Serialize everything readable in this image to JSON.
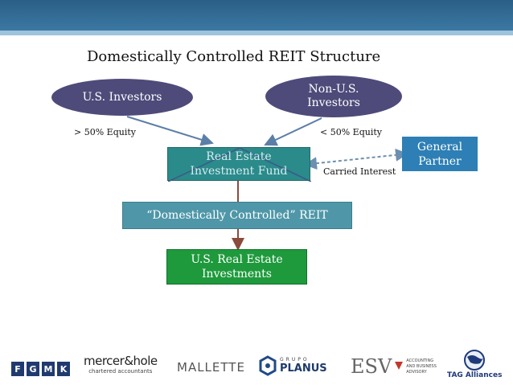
{
  "title": "Domestically Controlled REIT Structure",
  "nodes": {
    "us_investors": "U.S. Investors",
    "non_us_investors": "Non-U.S.\nInvestors",
    "fund": "Real Estate\nInvestment Fund",
    "general_partner": "General\nPartner",
    "reit": "“Domestically Controlled” REIT",
    "investments": "U.S. Real Estate\nInvestments"
  },
  "labels": {
    "us_equity": "> 50% Equity",
    "non_us_equity": "< 50% Equity",
    "carried_interest": "Carried Interest"
  },
  "logos": {
    "fgmk": [
      "F",
      "G",
      "M",
      "K"
    ],
    "mercer_main": "mercer&hole",
    "mercer_sub": "chartered accountants",
    "mallette": "MALLETTE",
    "planus_top": "GRUPO",
    "planus_main": "PLANUS",
    "esv": "ESV",
    "esv_sub": "ACCOUNTING AND BUSINESS ADVISORY",
    "tag": "TAG Alliances"
  },
  "colors": {
    "ellipse": "#4e4b7a",
    "fund_box": "#2b8a8a",
    "reit_box": "#4f97a8",
    "investments_box": "#1e9a3c",
    "general_partner_box": "#2d7fb5",
    "top_bar": "#2f6a94"
  }
}
